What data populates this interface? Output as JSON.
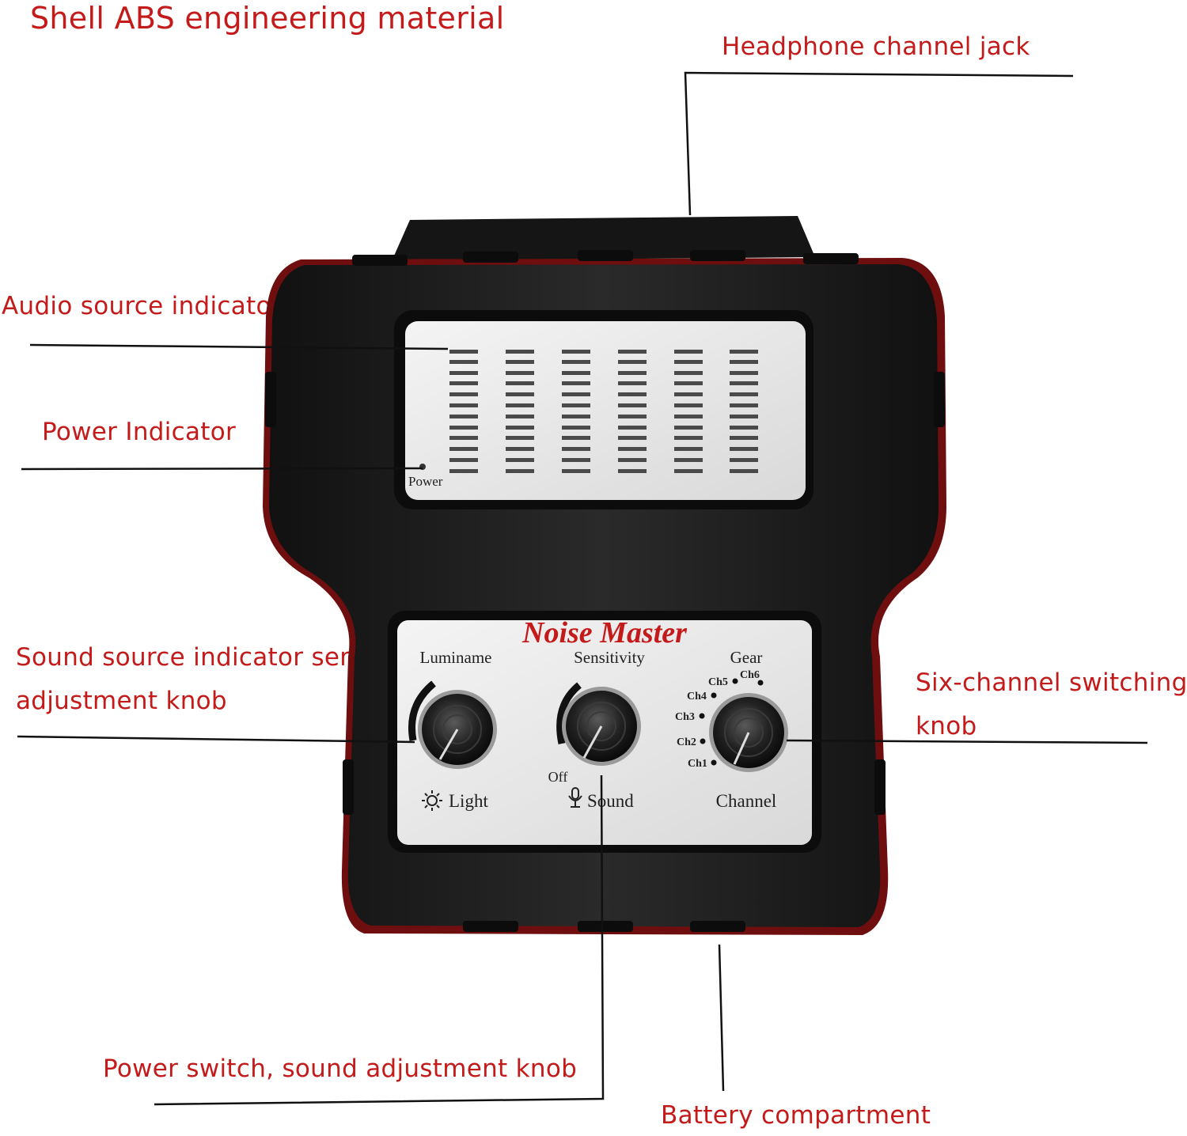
{
  "callouts": {
    "shell": "Shell ABS engineering material",
    "headphone": "Headphone channel jack",
    "audio_indicator": "Audio source indicator",
    "power_indicator": "Power Indicator",
    "sensitivity_knob_line1": "Sound source indicator sensitivity",
    "sensitivity_knob_line2": "adjustment knob",
    "channel_knob_line1": "Six-channel switching",
    "channel_knob_line2": "knob",
    "power_switch": "Power switch, sound adjustment knob",
    "battery": "Battery compartment"
  },
  "device": {
    "brand": "Noise Master",
    "power_label": "Power",
    "luminame_label": "Luminame",
    "sensitivity_label": "Sensitivity",
    "gear_label": "Gear",
    "light_label": "Light",
    "sound_label": "Sound",
    "channel_label": "Channel",
    "off_label": "Off",
    "channels": [
      "Ch1",
      "Ch2",
      "Ch3",
      "Ch4",
      "Ch5",
      "Ch6"
    ]
  },
  "colors": {
    "callout_text": "#c41a1a",
    "body": "#1c1c1c",
    "rubber_edge": "#7a1010",
    "panel": "#e6e6e6",
    "brand": "#c41a1a"
  },
  "icons": {
    "light": "sun-icon",
    "sound": "microphone-icon"
  }
}
